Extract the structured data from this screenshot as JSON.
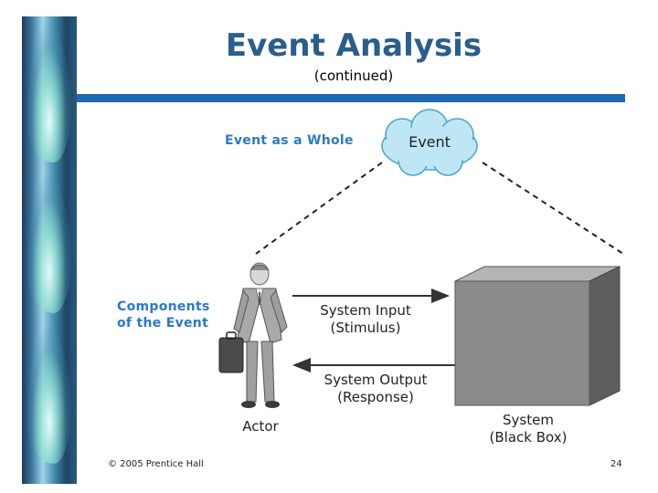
{
  "slide": {
    "title": "Event Analysis",
    "subtitle": "(continued)",
    "copyright": "© 2005  Prentice Hall",
    "page_number": "24"
  },
  "diagram": {
    "event_as_whole_label": "Event as a Whole",
    "event_cloud_label": "Event",
    "components_label_line1": "Components",
    "components_label_line2": "of the Event",
    "input_line1": "System Input",
    "input_line2": "(Stimulus)",
    "output_line1": "System Output",
    "output_line2": "(Response)",
    "actor_label": "Actor",
    "system_line1": "System",
    "system_line2": "(Black Box)"
  },
  "colors": {
    "title": "#2a5e8c",
    "rule": "#1f68b4",
    "label_blue": "#2a7ac8",
    "cloud": "#bfe6f5",
    "box_front": "#8a8a8a"
  }
}
